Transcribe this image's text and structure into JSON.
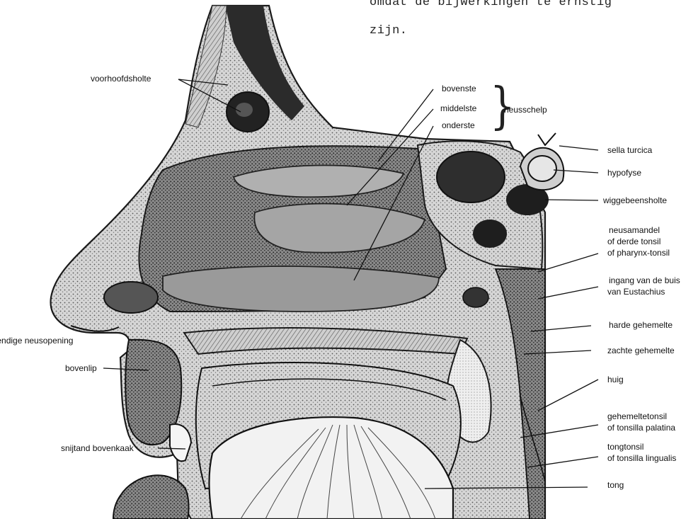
{
  "header_text": {
    "line1": "omdat de bijwerkingen te ernstig",
    "line2": "zijn."
  },
  "labels": {
    "voorhoofdsholte": "voorhoofdsholte",
    "bovenste": "bovenste",
    "middelste": "middelste",
    "onderste": "onderste",
    "neusschelp": "neusschelp",
    "sella_turcica": "sella turcica",
    "hypofyse": "hypofyse",
    "wiggebeensholte": "wiggebeensholte",
    "neusamandel_1": "neusamandel",
    "neusamandel_2": "of derde tonsil",
    "neusamandel_3": "of pharynx-tonsil",
    "ingang_1": "ingang van de buis",
    "ingang_2": "van Eustachius",
    "harde_gehemelte": "harde gehemelte",
    "zachte_gehemelte": "zachte gehemelte",
    "huig": "huig",
    "gehemeltetonsil_1": "gehemeltetonsil",
    "gehemeltetonsil_2": "of tonsilla palatina",
    "tongtonsil_1": "tongtonsil",
    "tongtonsil_2": "of tonsilla lingualis",
    "tong": "tong",
    "uitwendige_neusopening": "uitwendige neusopening",
    "bovenlip": "bovenlip",
    "snijtand_bovenkaak": "snijtand bovenkaak"
  },
  "colors": {
    "ink": "#1a1a1a",
    "tissue_dark": "#2b2b2b",
    "tissue_mid": "#6e6e6e",
    "tissue_light": "#b9b9b9",
    "paper": "#ffffff"
  }
}
